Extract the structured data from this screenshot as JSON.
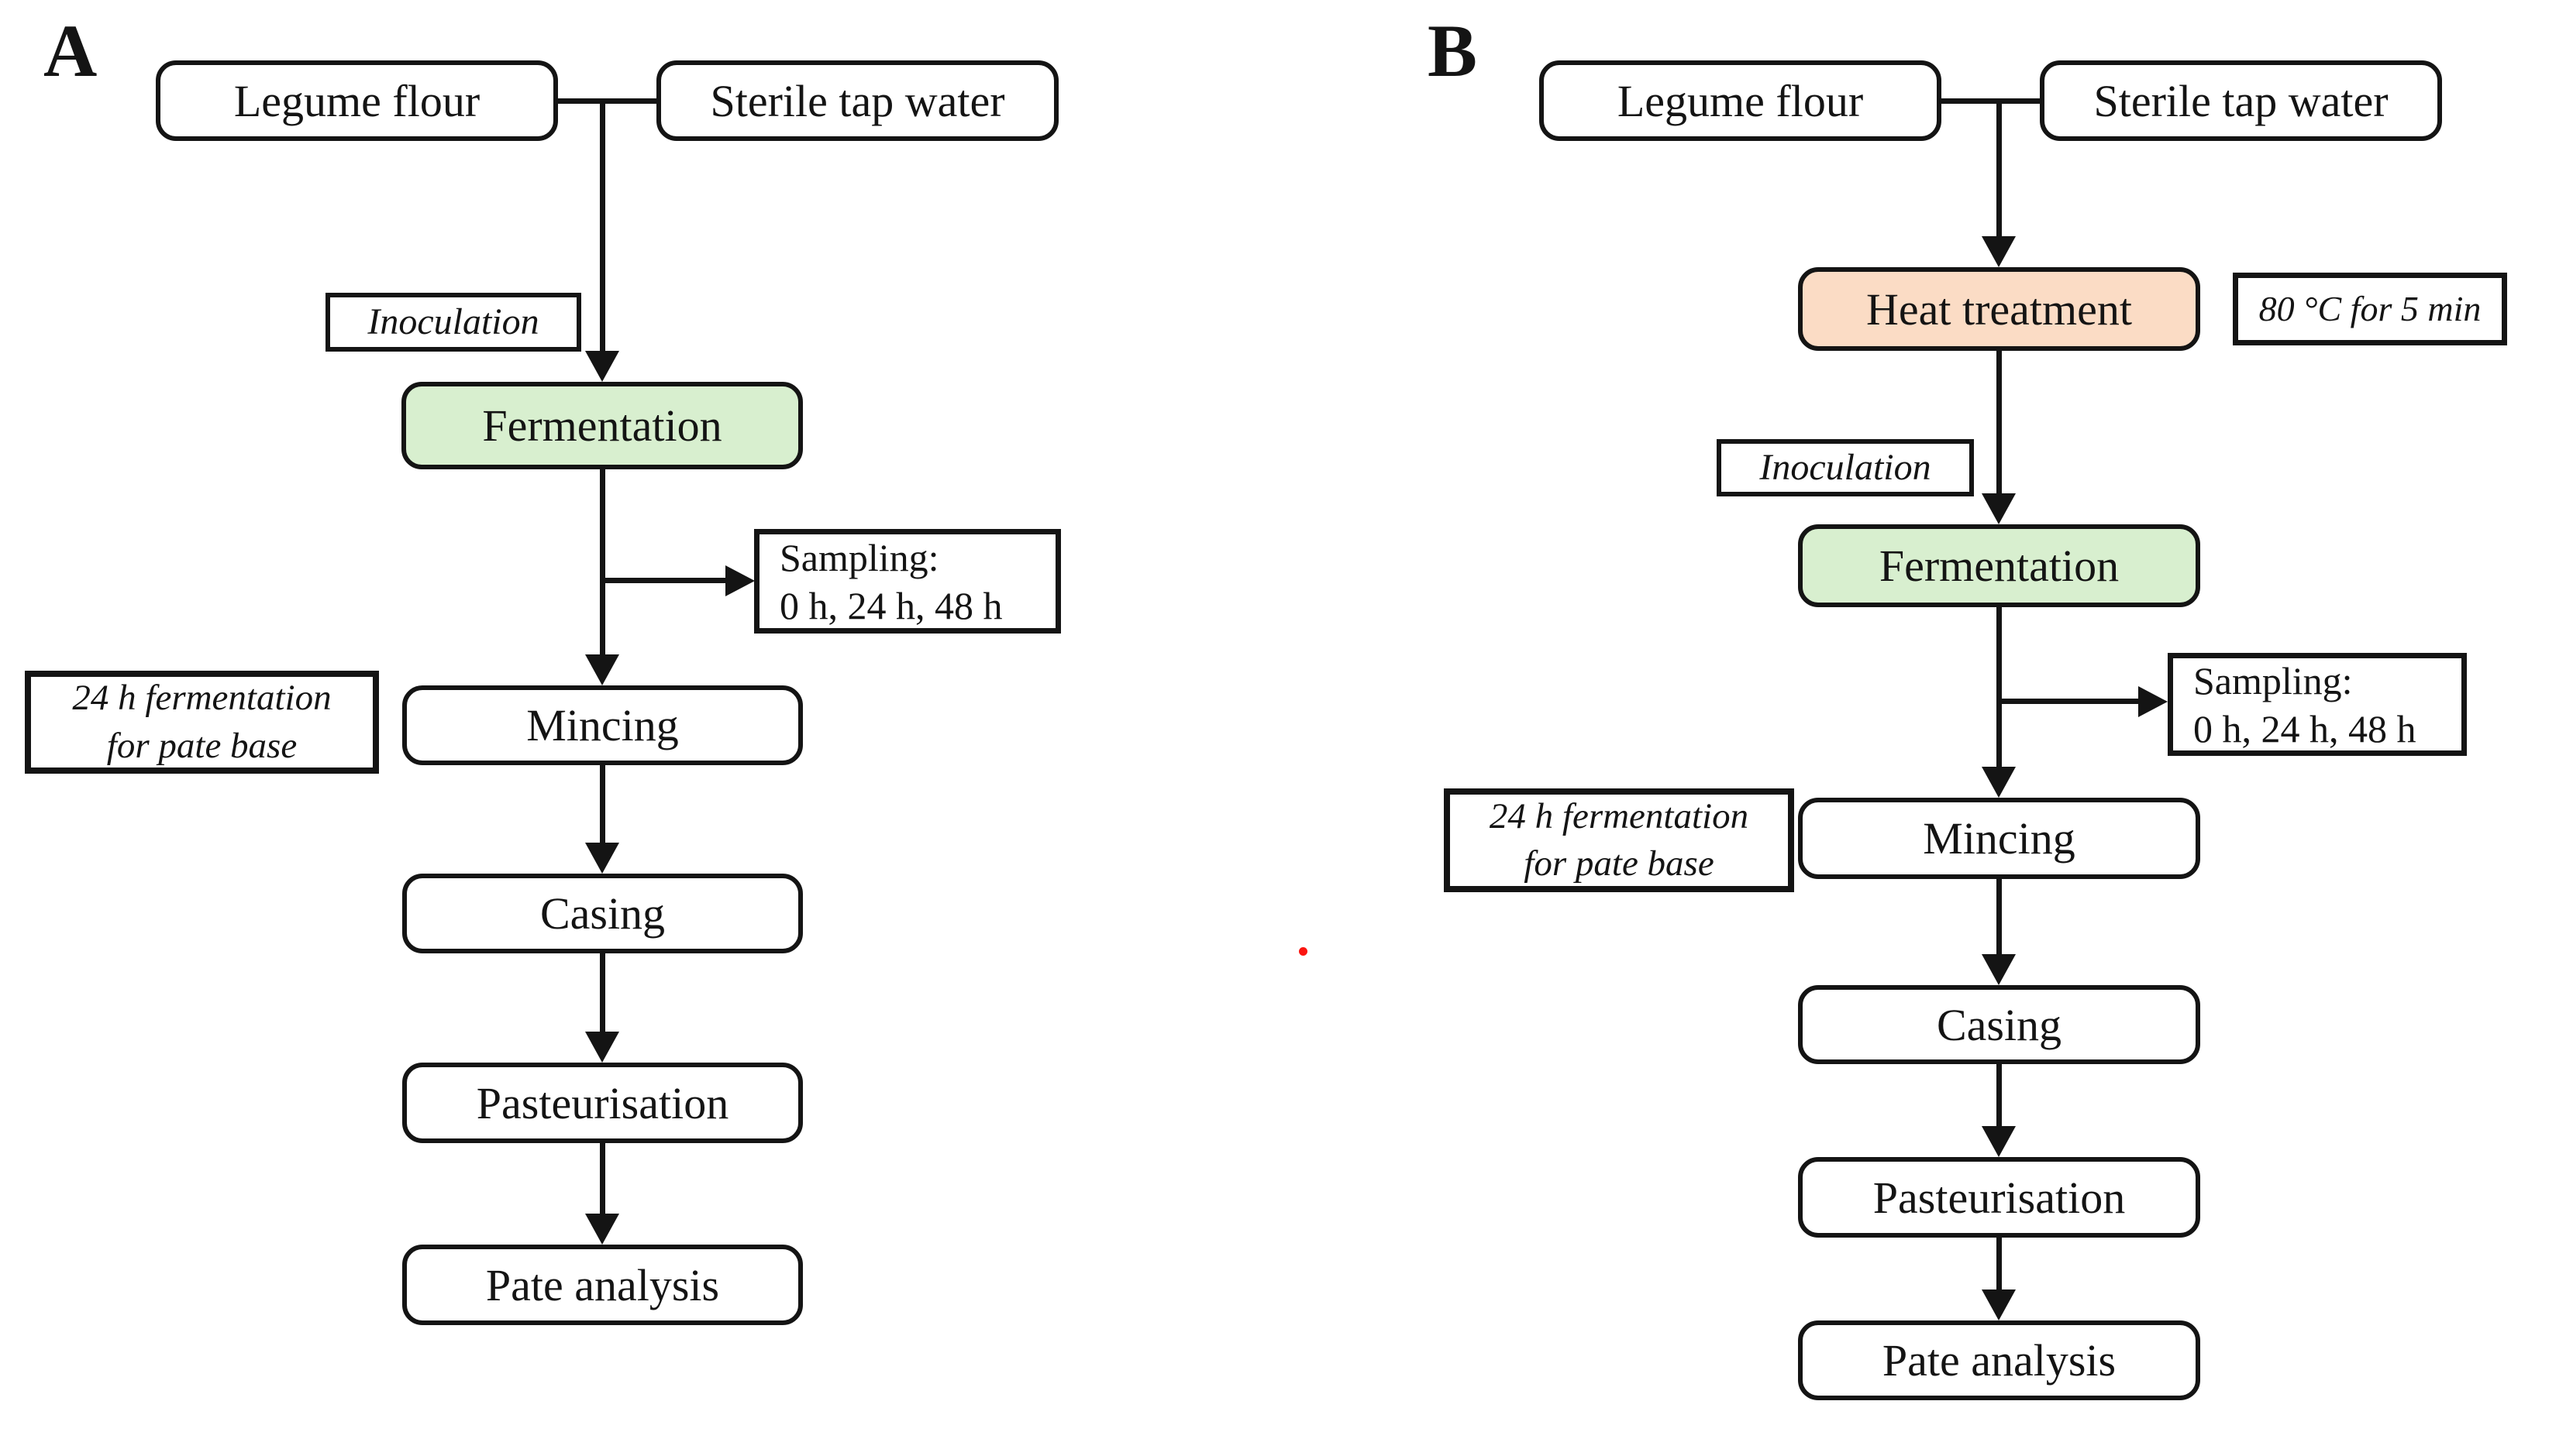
{
  "colors": {
    "background": "#ffffff",
    "box_border": "#141414",
    "fermentation_fill": "#d8efcf",
    "heat_treatment_fill": "#fbdcc5",
    "connector": "#141414",
    "stray_dot": "#fb1510"
  },
  "panelA": {
    "label": "A",
    "legume_flour": "Legume flour",
    "sterile_tap_water": "Sterile tap water",
    "inoculation_note": "Inoculation",
    "fermentation": "Fermentation",
    "sampling_line1": "Sampling:",
    "sampling_line2": "0 h, 24 h, 48 h",
    "pate_note_line1": "24 h fermentation",
    "pate_note_line2": "for pate base",
    "mincing": "Mincing",
    "casing": "Casing",
    "pasteurisation": "Pasteurisation",
    "pate_analysis": "Pate analysis"
  },
  "panelB": {
    "label": "B",
    "legume_flour": "Legume flour",
    "sterile_tap_water": "Sterile tap water",
    "heat_treatment": "Heat treatment",
    "heat_note": "80 °C for 5 min",
    "inoculation_note": "Inoculation",
    "fermentation": "Fermentation",
    "sampling_line1": "Sampling:",
    "sampling_line2": "0 h, 24 h, 48 h",
    "pate_note_line1": "24 h fermentation",
    "pate_note_line2": "for pate base",
    "mincing": "Mincing",
    "casing": "Casing",
    "pasteurisation": "Pasteurisation",
    "pate_analysis": "Pate analysis"
  }
}
